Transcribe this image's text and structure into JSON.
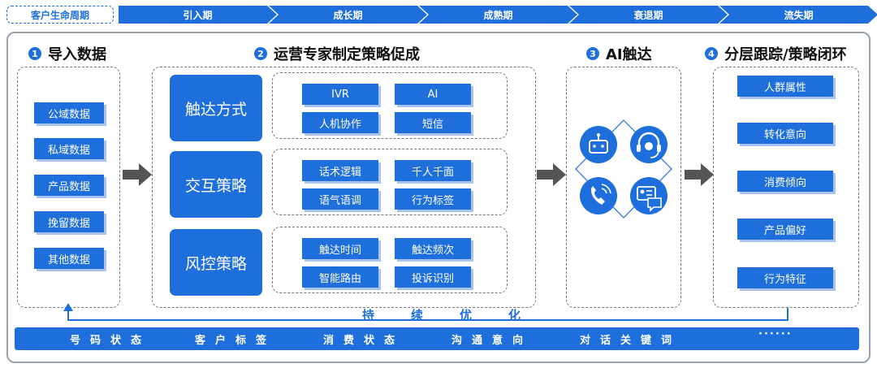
{
  "lifecycle": {
    "label": "客户生命周期",
    "stages": [
      "引入期",
      "成长期",
      "成熟期",
      "衰退期",
      "流失期"
    ]
  },
  "sections": [
    {
      "num": "1",
      "title": "导入数据"
    },
    {
      "num": "2",
      "title": "运营专家制定策略促成"
    },
    {
      "num": "3",
      "title": "AI触达"
    },
    {
      "num": "4",
      "title": "分层跟踪/策略闭环"
    }
  ],
  "import_data": [
    "公域数据",
    "私域数据",
    "产品数据",
    "挽留数据",
    "其他数据"
  ],
  "strategies": [
    {
      "name": "触达方式",
      "items": [
        "IVR",
        "AI",
        "人机协作",
        "短信"
      ]
    },
    {
      "name": "交互策略",
      "items": [
        "话术逻辑",
        "千人千面",
        "语气语调",
        "行为标签"
      ]
    },
    {
      "name": "风控策略",
      "items": [
        "触达时间",
        "触达频次",
        "智能路由",
        "投诉识别"
      ]
    }
  ],
  "ai_reach_icons": [
    "robot-icon",
    "headset-icon",
    "phone-icon",
    "chat-card-icon"
  ],
  "tracking": [
    "人群属性",
    "转化意向",
    "消费倾向",
    "产品偏好",
    "行为特征"
  ],
  "optimize": [
    "持",
    "续",
    "优",
    "化"
  ],
  "bottom_bar": [
    "号码状态",
    "客户标签",
    "消费状态",
    "沟通意向",
    "对话关键词",
    "······"
  ],
  "colors": {
    "primary": "#1e6fdc",
    "shadow": "#a9c4ec",
    "arrow": "#555555"
  }
}
